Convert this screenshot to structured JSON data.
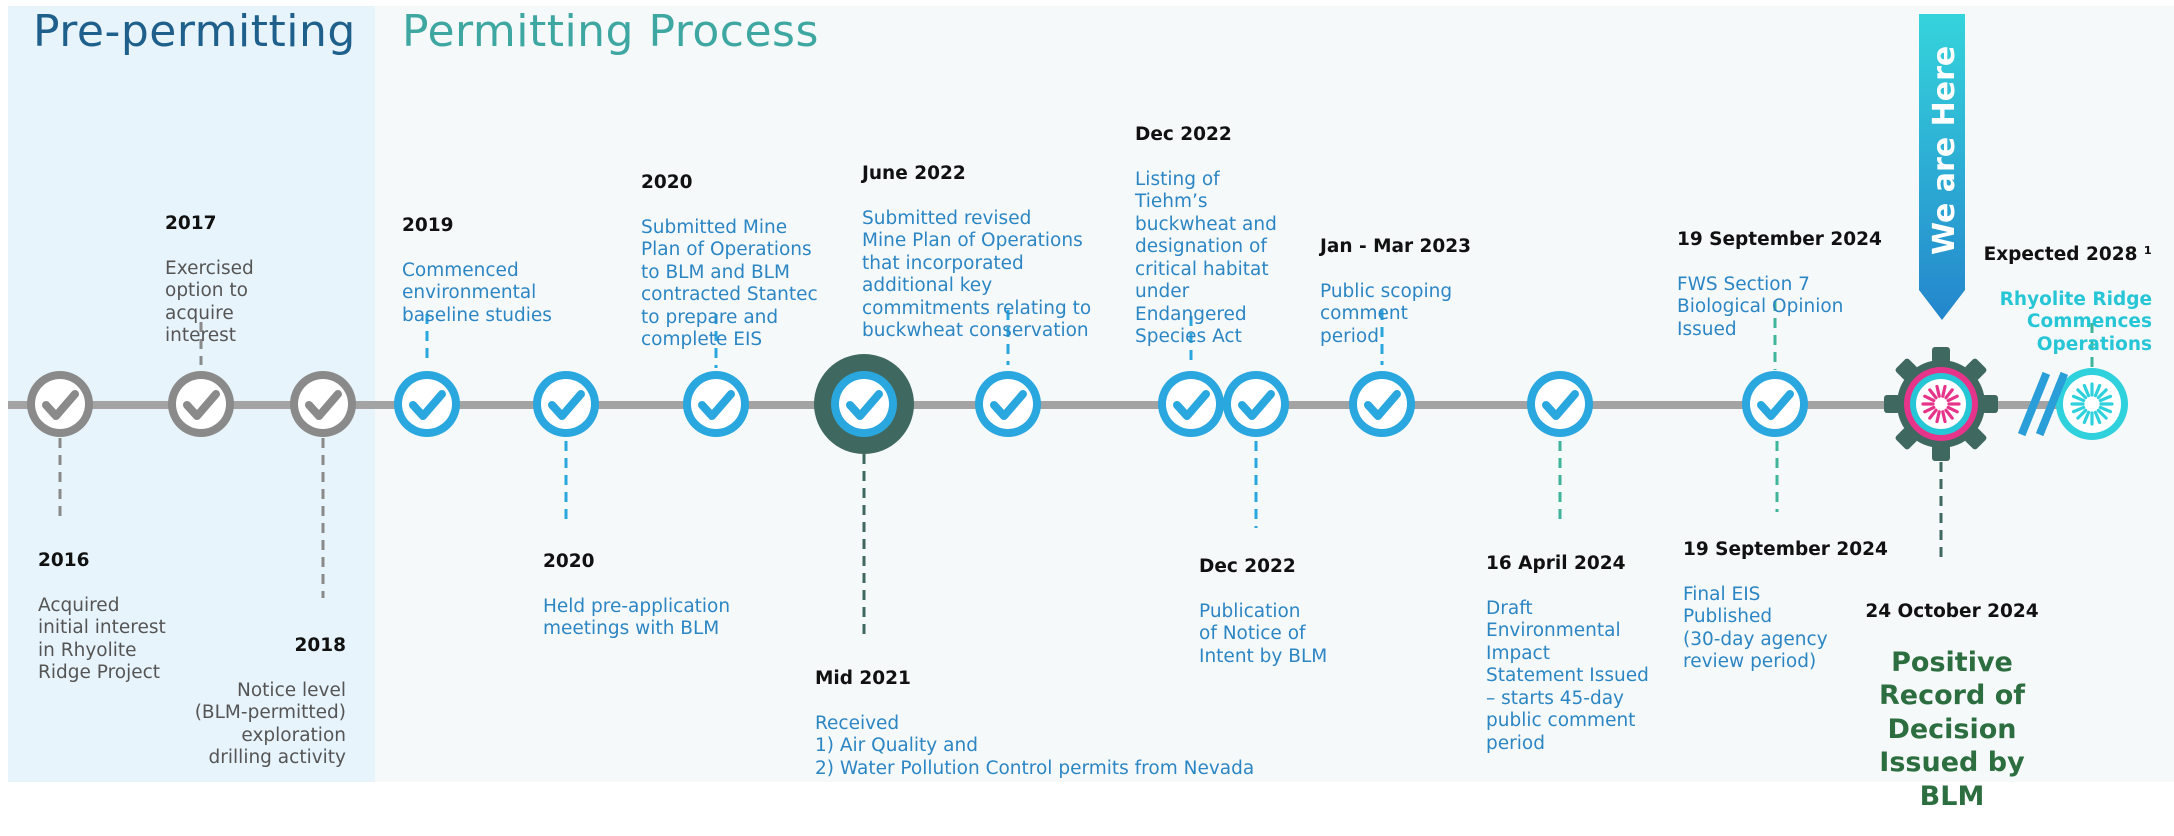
{
  "headings": {
    "pre_permitting": "Pre-permitting",
    "permitting_process": "Permitting Process"
  },
  "banner": "We are Here",
  "milestones": {
    "m2016": {
      "date": "2016",
      "text": "Acquired\ninitial interest\nin Rhyolite\nRidge Project"
    },
    "m2017": {
      "date": "2017",
      "text": "Exercised\noption to\nacquire\ninterest"
    },
    "m2018": {
      "date": "2018",
      "text": "Notice level\n(BLM-permitted)\nexploration\ndrilling activity"
    },
    "m2019": {
      "date": "2019",
      "text": "Commenced\nenvironmental\nbaseline studies"
    },
    "m2020a": {
      "date": "2020",
      "text": "Held pre-application\nmeetings with BLM"
    },
    "m2020b": {
      "date": "2020",
      "text": "Submitted Mine\nPlan of Operations\nto BLM and BLM\ncontracted Stantec\nto prepare and\ncomplete EIS"
    },
    "m2021": {
      "date": "Mid 2021",
      "text": "Received\n1) Air Quality and\n2) Water Pollution Control permits from Nevada"
    },
    "m2022jun": {
      "date": "June 2022",
      "text": "Submitted revised\nMine Plan of Operations\nthat incorporated\nadditional key\ncommitments relating to\nbuckwheat conservation"
    },
    "m2022deca": {
      "date": "Dec 2022",
      "text": "Listing of\nTiehm’s\nbuckwheat and\ndesignation of\ncritical habitat\nunder\nEndangered\nSpecies Act"
    },
    "m2022decb": {
      "date": "Dec 2022",
      "text": "Publication\nof Notice of\nIntent by BLM"
    },
    "m2023": {
      "date": "Jan - Mar 2023",
      "text": "Public scoping\ncomment\nperiod"
    },
    "m2024apr": {
      "date": "16 April 2024",
      "text": "Draft\nEnvironmental\nImpact\nStatement Issued\n– starts 45-day\npublic comment\nperiod"
    },
    "m2024sepa": {
      "date": "19 September 2024",
      "text": "FWS Section 7\nBiological Opinion\nIssued"
    },
    "m2024sepb": {
      "date": "19 September 2024",
      "text": "Final EIS\nPublished\n(30-day agency\nreview period)"
    },
    "m2024oct": {
      "date": "24 October 2024",
      "text": "Positive\nRecord of\nDecision\nIssued by\nBLM"
    },
    "m2028": {
      "date": "Expected 2028 ¹",
      "text": "Rhyolite Ridge\nCommences\nOperations"
    }
  },
  "colors": {
    "pre_panel": "#e7f4fc",
    "main_panel": "#f6f9fa",
    "grey_node": "#8a8a8a",
    "blue_node": "#2aa7df",
    "highlight_ring": "#3f6860",
    "current_gear": "#3f6860",
    "current_ring": "#e6348a",
    "future_node": "#2ed1dc",
    "banner_top": "#35d4dc",
    "banner_bottom": "#2486cc",
    "positive_text": "#2c6e3f"
  },
  "icons": {
    "done": "check-icon",
    "current": "sunburst-icon",
    "future": "sunburst-icon",
    "gap": "double-slash-icon"
  }
}
